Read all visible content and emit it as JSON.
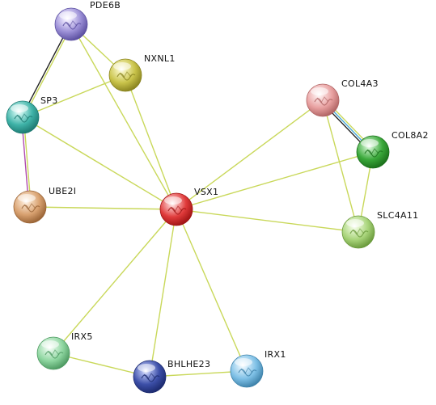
{
  "network": {
    "nodes": [
      {
        "id": "PDE6B",
        "label": "PDE6B",
        "color": "#9b8fd6",
        "highlight": "#e4defa",
        "dark": "#5b4fa0"
      },
      {
        "id": "NXNL1",
        "label": "NXNL1",
        "color": "#c9c34a",
        "highlight": "#f1eeb0",
        "dark": "#8a8420"
      },
      {
        "id": "SP3",
        "label": "SP3",
        "color": "#3fb3a8",
        "highlight": "#b8ece6",
        "dark": "#1d7a72"
      },
      {
        "id": "UBE2I",
        "label": "UBE2I",
        "color": "#d8a170",
        "highlight": "#f6dcc2",
        "dark": "#9a6436"
      },
      {
        "id": "VSX1",
        "label": "VSX1",
        "color": "#e03b3b",
        "highlight": "#f8b8b8",
        "dark": "#a01414"
      },
      {
        "id": "COL4A3",
        "label": "COL4A3",
        "color": "#e8a0a0",
        "highlight": "#fae0e0",
        "dark": "#b06464"
      },
      {
        "id": "COL8A2",
        "label": "COL8A2",
        "color": "#3aa83a",
        "highlight": "#b2e6b2",
        "dark": "#1b701b"
      },
      {
        "id": "SLC4A11",
        "label": "SLC4A11",
        "color": "#a8d47a",
        "highlight": "#e2f4cc",
        "dark": "#6a9a3c"
      },
      {
        "id": "IRX5",
        "label": "IRX5",
        "color": "#8ed6a0",
        "highlight": "#daf4e0",
        "dark": "#4e9a62"
      },
      {
        "id": "BHLHE23",
        "label": "BHLHE23",
        "color": "#3c4fa8",
        "highlight": "#a8b4ea",
        "dark": "#1c2a6e"
      },
      {
        "id": "IRX1",
        "label": "IRX1",
        "color": "#7ec0e6",
        "highlight": "#d4ecfa",
        "dark": "#3e82aa"
      }
    ],
    "edges": [
      {
        "from": "PDE6B",
        "to": "SP3",
        "colors": [
          "#c9d85a",
          "#222222"
        ]
      },
      {
        "from": "PDE6B",
        "to": "NXNL1",
        "colors": [
          "#c9d85a"
        ]
      },
      {
        "from": "PDE6B",
        "to": "VSX1",
        "colors": [
          "#c9d85a"
        ]
      },
      {
        "from": "NXNL1",
        "to": "SP3",
        "colors": [
          "#c9d85a"
        ]
      },
      {
        "from": "NXNL1",
        "to": "VSX1",
        "colors": [
          "#c9d85a"
        ]
      },
      {
        "from": "SP3",
        "to": "UBE2I",
        "colors": [
          "#c9d85a",
          "#b04ab0"
        ]
      },
      {
        "from": "SP3",
        "to": "VSX1",
        "colors": [
          "#c9d85a"
        ]
      },
      {
        "from": "UBE2I",
        "to": "VSX1",
        "colors": [
          "#c9d85a"
        ]
      },
      {
        "from": "VSX1",
        "to": "COL4A3",
        "colors": [
          "#c9d85a"
        ]
      },
      {
        "from": "VSX1",
        "to": "COL8A2",
        "colors": [
          "#c9d85a"
        ]
      },
      {
        "from": "VSX1",
        "to": "SLC4A11",
        "colors": [
          "#c9d85a"
        ]
      },
      {
        "from": "VSX1",
        "to": "IRX5",
        "colors": [
          "#c9d85a"
        ]
      },
      {
        "from": "VSX1",
        "to": "BHLHE23",
        "colors": [
          "#c9d85a"
        ]
      },
      {
        "from": "VSX1",
        "to": "IRX1",
        "colors": [
          "#c9d85a"
        ]
      },
      {
        "from": "COL4A3",
        "to": "COL8A2",
        "colors": [
          "#c9d85a",
          "#4aa8d8",
          "#222222"
        ]
      },
      {
        "from": "COL4A3",
        "to": "SLC4A11",
        "colors": [
          "#c9d85a"
        ]
      },
      {
        "from": "COL8A2",
        "to": "SLC4A11",
        "colors": [
          "#c9d85a"
        ]
      },
      {
        "from": "IRX5",
        "to": "BHLHE23",
        "colors": [
          "#c9d85a"
        ]
      },
      {
        "from": "BHLHE23",
        "to": "IRX1",
        "colors": [
          "#c9d85a"
        ]
      }
    ]
  }
}
